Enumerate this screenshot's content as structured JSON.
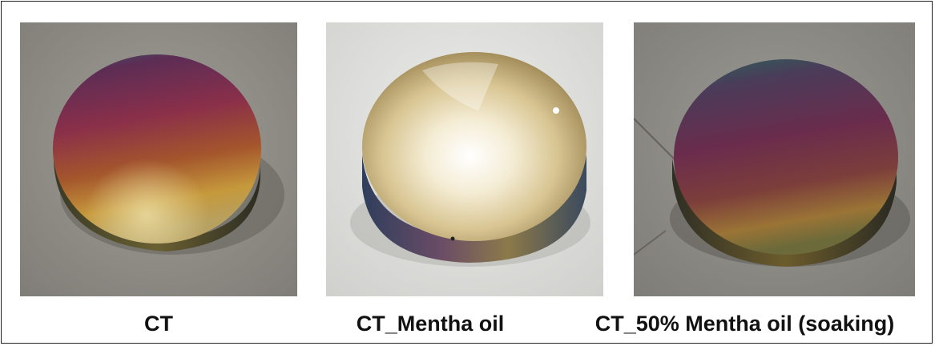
{
  "figure": {
    "panels": [
      {
        "caption": "CT",
        "photo_subject": "coated disc",
        "surface_colors": [
          "#7a2e4f",
          "#9e5a2c",
          "#c79a3a",
          "#2f5a5a"
        ],
        "background_color": "#8f8d86"
      },
      {
        "caption": "CT_Mentha oil",
        "photo_subject": "coated disc",
        "surface_colors": [
          "#f4eed8",
          "#c9b37a",
          "#8f7d52",
          "#3c4f63"
        ],
        "background_color": "#d8d8d6"
      },
      {
        "caption": "CT_50% Mentha oil (soaking)",
        "photo_subject": "coated disc",
        "surface_colors": [
          "#5a2a4a",
          "#7a3c3c",
          "#a07a36",
          "#2e5a56"
        ],
        "background_color": "#8c8a84"
      }
    ],
    "border_color": "#222222"
  }
}
